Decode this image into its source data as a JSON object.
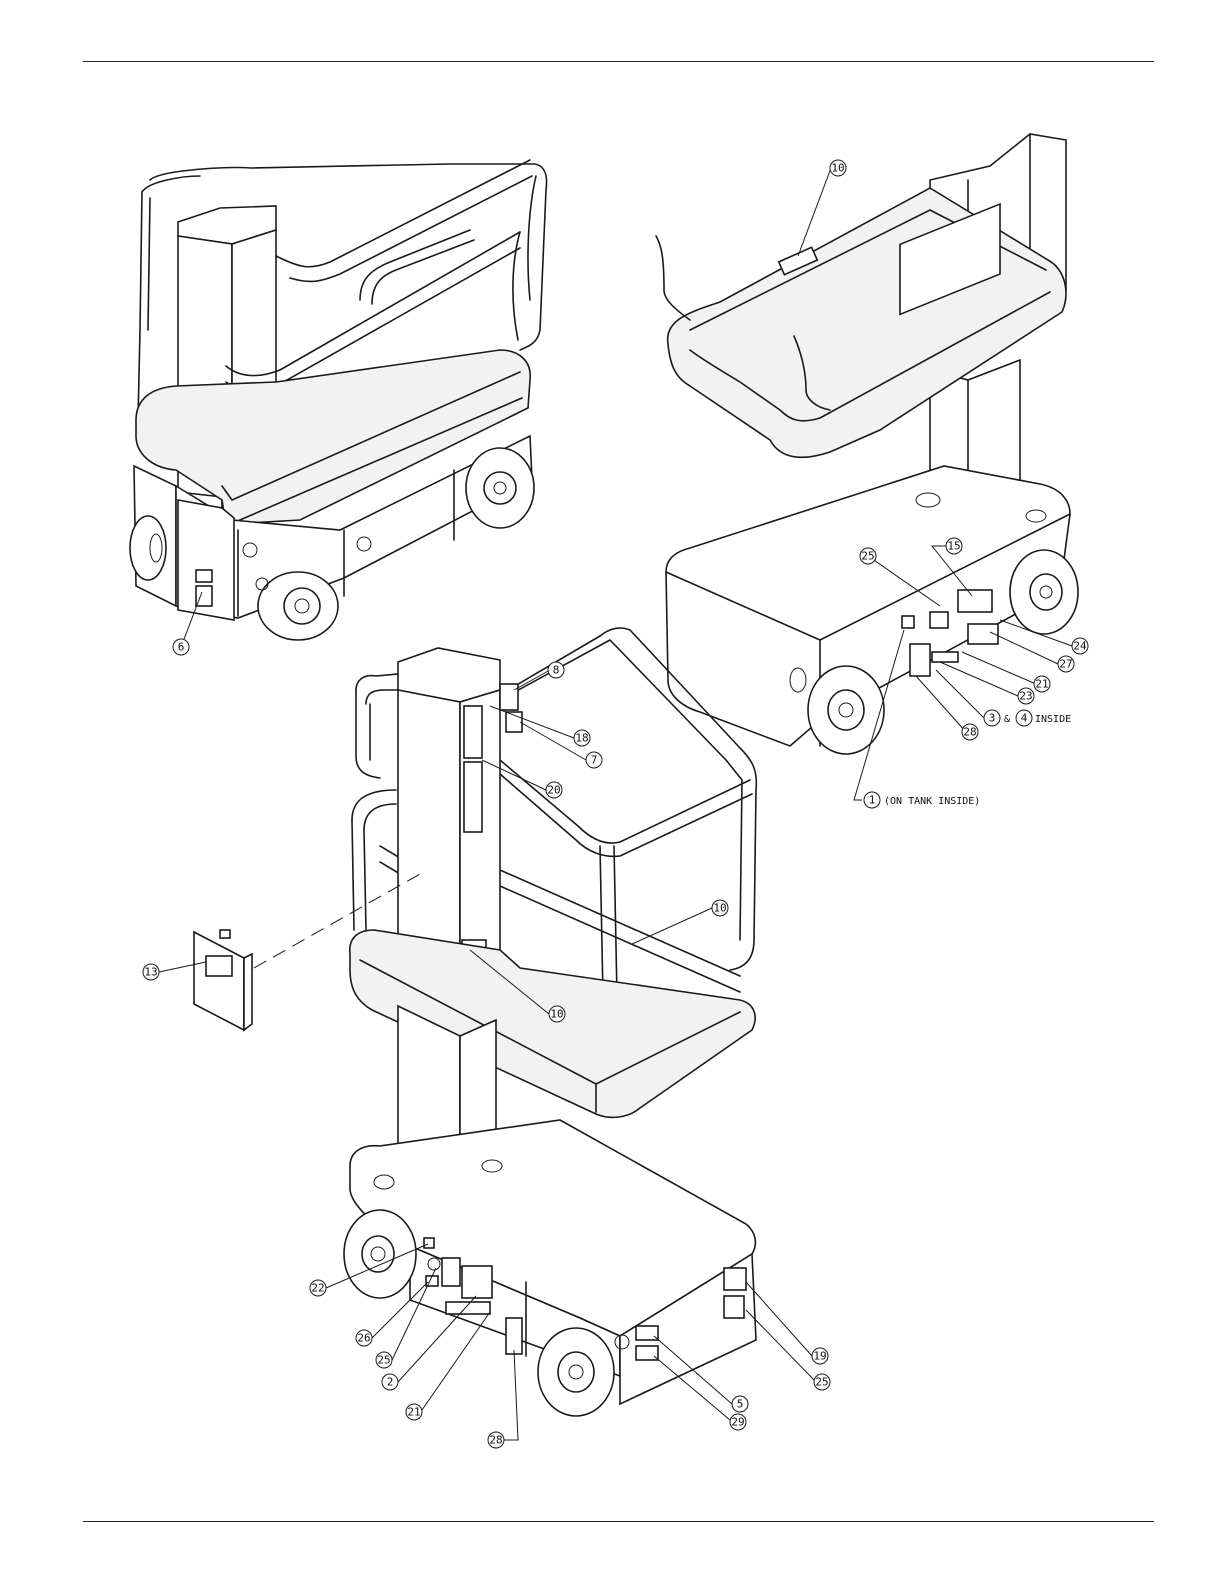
{
  "callouts": [
    {
      "id": "c-10-top",
      "label": "10"
    },
    {
      "id": "c-6",
      "label": "6"
    },
    {
      "id": "c-25-right",
      "label": "25"
    },
    {
      "id": "c-15",
      "label": "15"
    },
    {
      "id": "c-24",
      "label": "24"
    },
    {
      "id": "c-27",
      "label": "27"
    },
    {
      "id": "c-21-right",
      "label": "21"
    },
    {
      "id": "c-23",
      "label": "23"
    },
    {
      "id": "c-3",
      "label": "3"
    },
    {
      "id": "c-4",
      "label": "4"
    },
    {
      "id": "c-28-right",
      "label": "28"
    },
    {
      "id": "c-1",
      "label": "1"
    },
    {
      "id": "c-8",
      "label": "8"
    },
    {
      "id": "c-18",
      "label": "18"
    },
    {
      "id": "c-7",
      "label": "7"
    },
    {
      "id": "c-20",
      "label": "20"
    },
    {
      "id": "c-10-mid",
      "label": "10"
    },
    {
      "id": "c-10-low",
      "label": "10"
    },
    {
      "id": "c-13",
      "label": "13"
    },
    {
      "id": "c-22",
      "label": "22"
    },
    {
      "id": "c-26",
      "label": "26"
    },
    {
      "id": "c-25-left",
      "label": "25"
    },
    {
      "id": "c-2",
      "label": "2"
    },
    {
      "id": "c-21-left",
      "label": "21"
    },
    {
      "id": "c-28-bottom",
      "label": "28"
    },
    {
      "id": "c-19",
      "label": "19"
    },
    {
      "id": "c-25-bottom",
      "label": "25"
    },
    {
      "id": "c-5",
      "label": "5"
    },
    {
      "id": "c-29",
      "label": "29"
    }
  ],
  "notes": {
    "amp": "&",
    "inside": "INSIDE",
    "on_tank_inside": "(ON TANK INSIDE)"
  }
}
